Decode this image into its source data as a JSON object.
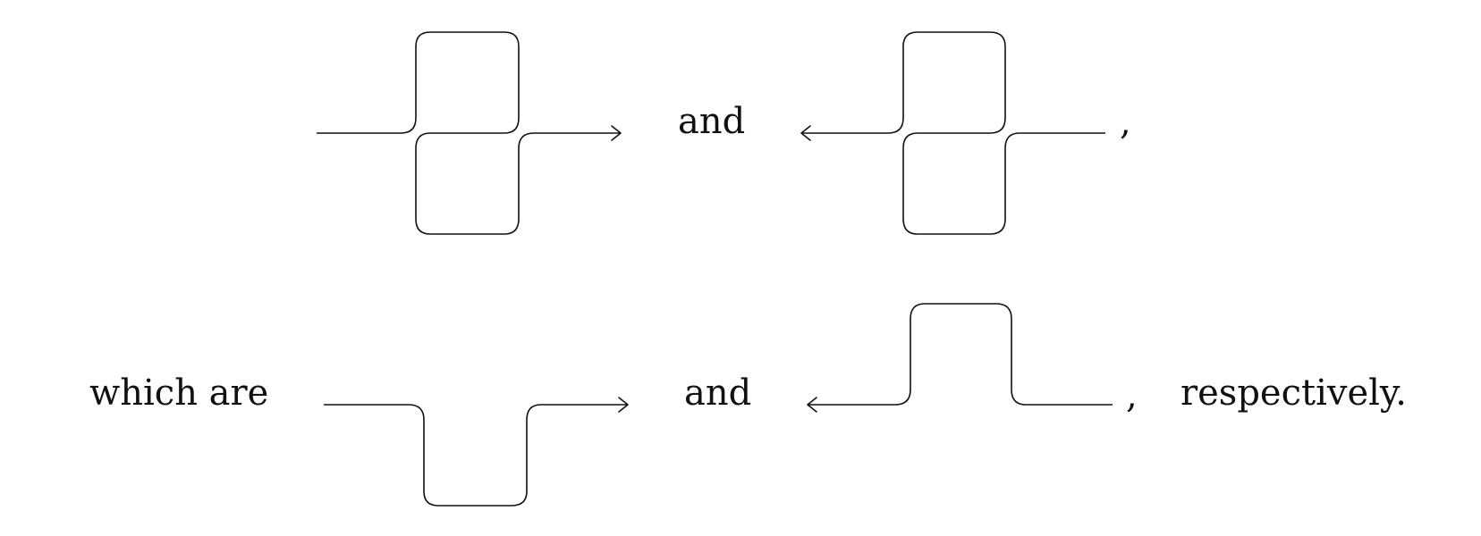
{
  "text": {
    "connector_top": "and",
    "comma_top": ",",
    "lead_bottom": "which are",
    "connector_bottom": "and",
    "comma_bottom": ",",
    "tail_bottom": "respectively."
  },
  "colors": {
    "stroke": "#111111",
    "background": "#ffffff"
  }
}
